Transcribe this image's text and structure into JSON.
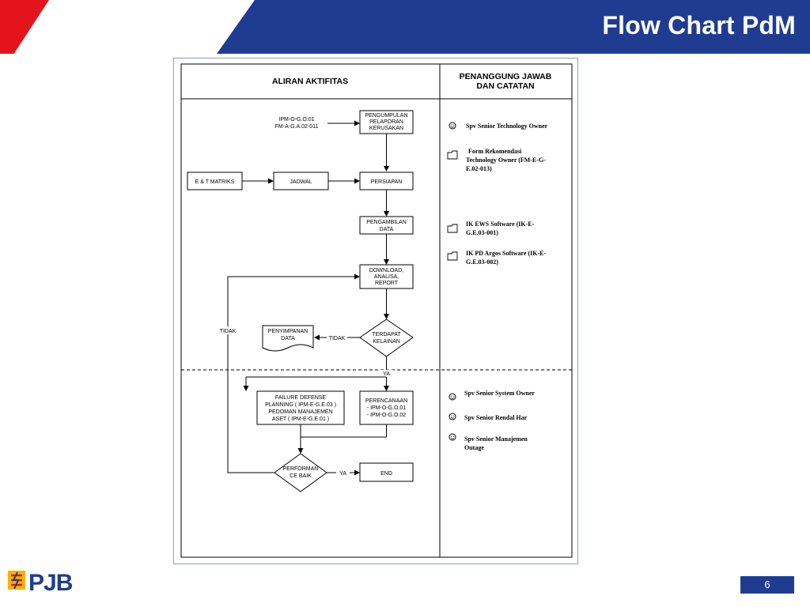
{
  "slide": {
    "title": "Flow Chart PdM",
    "page_number": "6",
    "logo_text": "PJB",
    "colors": {
      "banner_blue": "#1f3c91",
      "accent_red": "#e3141b",
      "text_white": "#ffffff"
    }
  },
  "table": {
    "col1_header": "ALIRAN AKTIFITAS",
    "col2_header_line1": "PENANGGUNG JAWAB",
    "col2_header_line2": "DAN CATATAN"
  },
  "flow": {
    "ipm_ref_line1": "IPM-O-G.O.01",
    "ipm_ref_line2": "FM-A-G.A.02-011",
    "pengumpulan_line1": "PENGUMPULAN",
    "pengumpulan_line2": "PELAPORAN",
    "pengumpulan_line3": "KERUSAKAN",
    "et_matriks": "E & T MATRIKS",
    "jadwal": "JADWAL",
    "persiapan": "PERSIAPAN",
    "pengambilan_line1": "PENGAMBILAN",
    "pengambilan_line2": "DATA",
    "download_line1": "DOWNLOAD,",
    "download_line2": "ANALISA,",
    "download_line3": "REPORT",
    "terdapat_line1": "TERDAPAT",
    "terdapat_line2": "KELAINAN",
    "tidak_left": "TIDAK",
    "tidak_mid": "TIDAK",
    "penyimpanan_line1": "PENYIMPANAN",
    "penyimpanan_line2": "DATA",
    "ya_mid": "YA",
    "failure_line1": "FAILURE DEFENSE",
    "failure_line2": "PLANNING ( IPM-E-G.E.03 )",
    "failure_line3": "PEDOMAN MANAJEMEN",
    "failure_line4": "ASET ( IPM-E-G.E.01 )",
    "perencanaan_line1": "PERENCANAAN",
    "perencanaan_line2": "- IPM-O-G.O.01",
    "perencanaan_line3": "- IPM-O-G.O.02",
    "performance_line1": "PERFORMAN",
    "performance_line2": "CE BAIK",
    "ya_bottom": "YA",
    "end": "END"
  },
  "notes": {
    "n1": "Spv Senior Technology Owner",
    "n2_line1": "Form Rekomendasi",
    "n2_line2": "Technology Owner (FM-E-G-",
    "n2_line3": "E.02-013)",
    "n3_line1": "IK EWS Software (IK-E-",
    "n3_line2": "G.E.03-001)",
    "n4_line1": "IK PD Argos Software (IK-E-",
    "n4_line2": "G.E.03-002)",
    "n5": "Spv Senior System Owner",
    "n6": "Spv Senior Rendal Har",
    "n7_line1": "Spv Senior Manajemen",
    "n7_line2": "Outage"
  },
  "icons": {
    "person": "person-icon",
    "document": "document-icon"
  }
}
